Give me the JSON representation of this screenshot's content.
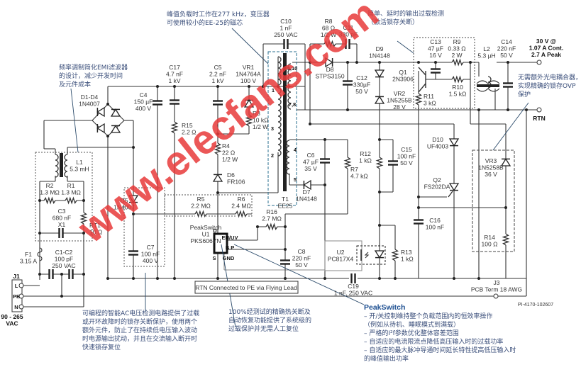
{
  "annotations": {
    "top_core": [
      "峰值负载时工作在277 kHz，变压器",
      "可使用较小的EE-25的磁芯"
    ],
    "emi": [
      "频率调制简化EMI滤波器",
      "的设计，减少开发时间",
      "及元件成本"
    ],
    "overload": [
      "简单、延时的输出过载检测",
      "（激活锁存关断）"
    ],
    "ovp": [
      "无需额外光电耦合器，",
      "实现精确的锁存OVP",
      "保护"
    ],
    "ac_sense": [
      "可编程的智能AC电压检测电路提供了过载",
      "或开环故障时的锁存关断保护，使用两个",
      "额外元件，防止了在持续低电压输入波动",
      "时电源输出扰动，并且在交流输入断开时",
      "快速锁存复位"
    ],
    "thermal": [
      "100%经测试的精确热关断及",
      "自动恢复功能提供了系统级的",
      "过载保护并无需人工复位"
    ],
    "peakswitch_title": "PeakSwitch",
    "peakswitch_bullets": [
      "– 开/关控制维持整个负载范围内的恒效率操作",
      "  （例如从待机、睡眠模式到满载）",
      "– 严格的I²f参数优化整体容差范围",
      "– 自适应的电流限流点降低高压输入时的过载功率",
      "– 自适应的最大脉冲导通时间延长特性提高低压输入时",
      "  的峰值输出功率"
    ]
  },
  "components": {
    "C10": [
      "C10",
      "1 nF",
      "250 VAC"
    ],
    "C17": [
      "C17",
      "4.7 nF",
      "1 kV"
    ],
    "C5": [
      "C5",
      "2.2 nF",
      "1 kV"
    ],
    "VR1": [
      "VR1",
      "1N4764A",
      "100 V"
    ],
    "C4": [
      "C4",
      "150 µF",
      "400 V"
    ],
    "D1D4": [
      "D1-D4",
      "1N4007"
    ],
    "R15": [
      "R15",
      "2.2 Ω"
    ],
    "R3": [
      "R3",
      "10 kΩ",
      "1/2 W"
    ],
    "R4": [
      "R4",
      "22 Ω",
      "1/2 W"
    ],
    "D6": [
      "D6",
      "FR106"
    ],
    "L1": [
      "L1",
      "5.3 mH"
    ],
    "R2": [
      "R2",
      "1.3 MΩ"
    ],
    "R1": [
      "R1",
      "1.3 MΩ"
    ],
    "C3": [
      "C3",
      "680 nF",
      "X1"
    ],
    "RT1": [
      "RT1",
      "10 Ω"
    ],
    "F1": [
      "F1",
      "3.15 A"
    ],
    "C1C2": [
      "C1-C2",
      "100 pF",
      "250 VAC"
    ],
    "J1": [
      "J1"
    ],
    "J1_pins": [
      "L",
      "PE",
      "N"
    ],
    "input": [
      "90 - 265",
      "VAC"
    ],
    "D5": [
      "D5",
      "1N4007"
    ],
    "C7": [
      "C7",
      "100 nF",
      "400 V"
    ],
    "R5": [
      "R5",
      "2.2 MΩ"
    ],
    "R6": [
      "R6",
      "2.4 MΩ"
    ],
    "R16": [
      "R16",
      "2.7 MΩ"
    ],
    "U1": [
      "PeakSwitch",
      "U1",
      "PKS606YN"
    ],
    "U1_pins": [
      "D",
      "EN/UV",
      "B P",
      "S",
      "GND"
    ],
    "T1": [
      "T1",
      "EE25"
    ],
    "T1_pins": [
      "1",
      "3",
      "2",
      "9,10",
      "7,8",
      "4",
      "5"
    ],
    "C6": [
      "C6",
      "47 µF",
      "35 V"
    ],
    "R7": [
      "R7",
      "4.7 kΩ"
    ],
    "D7": [
      "D7",
      "1N4148"
    ],
    "C8": [
      "C8",
      "220 nF",
      "50 V"
    ],
    "U2": [
      "U2",
      "PC817X4"
    ],
    "C19": [
      "C19",
      "1 nF, 250 VAC"
    ],
    "R8": [
      "R8",
      "68 Ω",
      "1/2 W"
    ],
    "C11": [
      "C11",
      "330 pF"
    ],
    "D8": [
      "D8",
      "STPS3150"
    ],
    "C12": [
      "C12",
      "330µF",
      "50 V"
    ],
    "D9": [
      "D9",
      "1N4148"
    ],
    "VR2": [
      "VR2",
      "1N5255B",
      "28 V"
    ],
    "Q1": [
      "Q1",
      "2N3906"
    ],
    "R11": [
      "R11",
      "3 kΩ"
    ],
    "C13": [
      "C13",
      "47 µF",
      "16 V"
    ],
    "R9": [
      "R9",
      "0.33 Ω",
      "2 W"
    ],
    "R10": [
      "R10",
      "1.5 kΩ"
    ],
    "L2": [
      "L2",
      "5.3 µH"
    ],
    "C14": [
      "C14",
      "220 nF",
      "50 V"
    ],
    "output": [
      "30 V @",
      "1.07 A Cont.",
      "2.7 A Peak"
    ],
    "rtn": [
      "RTN"
    ],
    "R12": [
      "R12",
      "1 kΩ"
    ],
    "C15": [
      "C15",
      "100 nF",
      "50 V"
    ],
    "D10": [
      "D10",
      "UF4003"
    ],
    "Q2": [
      "Q2",
      "FS202DA"
    ],
    "VR3": [
      "VR3",
      "1N5258B",
      "36 V"
    ],
    "R14": [
      "R14",
      "100 Ω"
    ],
    "C16": [
      "C16",
      "100 nF"
    ],
    "R13": [
      "R13",
      "1 kΩ"
    ],
    "J3": [
      "J3",
      "PCB Term 18 AWG"
    ]
  },
  "rtn_note": "RTN Connected to PE via Flying Lead",
  "figure_id": "PI-4170-102607",
  "watermark": "www.elecfans.com",
  "colors": {
    "wire": "#333333",
    "note": "#3a4e7a",
    "accent": "#1d4f91",
    "watermark": "#e83a3a",
    "box": "#2a6f8f"
  }
}
